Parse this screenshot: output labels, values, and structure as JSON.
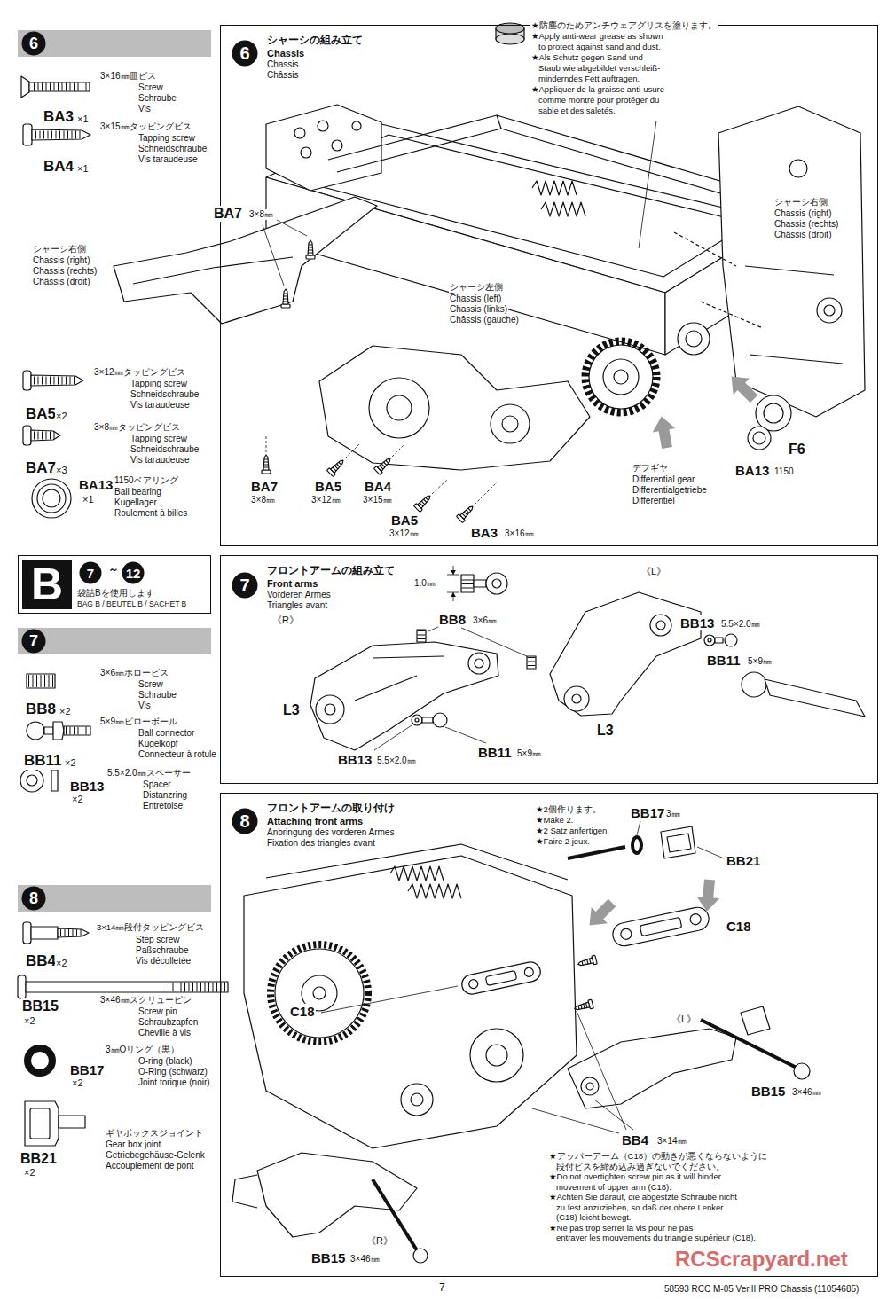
{
  "diagram": {
    "nodes": [
      {
        "text": [
          "6"
        ]
      },
      {
        "text": [
          "シャーシの組み立て",
          "Chassis",
          "Chassis",
          "Châssis"
        ]
      },
      {
        "text": [
          "6"
        ],
        "in": 1
      },
      {
        "text": [
          "～",
          "袋詰Bを使用します",
          "BAG B / BEUTEL B / SACHET B"
        ]
      },
      {
        "text": [
          "B"
        ],
        "in": 3
      },
      {
        "text": [
          "7"
        ],
        "in": 3
      },
      {
        "text": [
          "12"
        ],
        "in": 3
      },
      {
        "text": [
          "7"
        ]
      },
      {
        "text": [
          "フロントアームの組み立て",
          "Front arms",
          "Vorderen Armes",
          "Triangles avant"
        ]
      },
      {
        "text": [
          "7"
        ],
        "in": 8
      },
      {
        "text": [
          "8"
        ]
      },
      {
        "text": [
          "フロントアームの取り付け",
          "Attaching front arms",
          "Anbringung des vorderen Armes",
          "Fixation des triangles avant"
        ]
      },
      {
        "text": [
          "8"
        ],
        "in": 11
      }
    ],
    "labels": [
      "BA3",
      "×1",
      "3×16㎜皿ビス",
      "Screw",
      "Schraube",
      "Vis",
      "BA4",
      "×1",
      "3×15㎜タッピングビス",
      "Tapping screw",
      "Schneidschraube",
      "Vis taraudeuse",
      "シャーシ右側",
      "Chassis (right)",
      "Chassis (rechts)",
      "Châssis (droit)",
      "BA7",
      "3×8㎜",
      "BA5",
      "×2",
      "3×12㎜タッピングビス",
      "Tapping screw",
      "Schneidschraube",
      "Vis taraudeuse",
      "BA7",
      "×3",
      "3×8㎜タッピングビス",
      "Tapping screw",
      "Schneidschraube",
      "Vis taraudeuse",
      "BA13",
      "×1",
      "1150ベアリング",
      "Ball bearing",
      "Kugellager",
      "Roulement à billes",
      "★防塵のためアンチウェアグリスを塗ります。",
      "★Apply anti-wear grease as shown",
      "to protect against sand and dust.",
      "★Als Schutz gegen Sand und",
      "Staub wie abgebildet verschleiß-",
      "minderndes Fett auftragen.",
      "★Appliquer de la graisse anti-usure",
      "comme montré pour protéger du",
      "sable et des saletés.",
      "シャーシ右側",
      "Chassis (right)",
      "Chassis (rechts)",
      "Châssis (droit)",
      "シャーシ左側",
      "Chassis (left)",
      "Chassis (links)",
      "Châssis (gauche)",
      "デフギヤ",
      "Differential gear",
      "Differentialgetriebe",
      "Différentiel",
      "F6",
      "BA13",
      "1150",
      "BA7",
      "3×8㎜",
      "BA5",
      "3×12㎜",
      "BA4",
      "3×15㎜",
      "BA5",
      "3×12㎜",
      "BA3",
      "3×16㎜",
      "BB8",
      "×2",
      "3×6㎜ホロービス",
      "Screw",
      "Schraube",
      "Vis",
      "BB11",
      "×2",
      "5×9㎜ピローボール",
      "Ball connector",
      "Kugelkopf",
      "Connecteur à rotule",
      "BB13",
      "×2",
      "5.5×2.0㎜スペーサー",
      "Spacer",
      "Distanzring",
      "Entretoise",
      "1.0㎜",
      "《L》",
      "《R》",
      "BB8",
      "3×6㎜",
      "BB13",
      "5.5×2.0㎜",
      "BB11",
      "5×9㎜",
      "L3",
      "L3",
      "BB13",
      "5.5×2.0㎜",
      "BB11",
      "5×9㎜",
      "BB4",
      "×2",
      "3×14㎜段付タッピングビス",
      "Step screw",
      "Paßschraube",
      "Vis décolletée",
      "BB15",
      "×2",
      "3×46㎜スクリューピン",
      "Screw pin",
      "Schraubzapfen",
      "Cheville à vis",
      "BB17",
      "×2",
      "3㎜Oリング（黒）",
      "O-ring (black)",
      "O-Ring (schwarz)",
      "Joint torique (noir)",
      "BB21",
      "×2",
      "ギヤボックスジョイント",
      "Gear box joint",
      "Getriebegehäuse-Gelenk",
      "Accouplement de pont",
      "★2個作ります。",
      "★Make 2.",
      "★2 Satz anfertigen.",
      "★Faire 2 jeux.",
      "BB17",
      "3㎜",
      "BB21",
      "C18",
      "C18",
      "《L》",
      "BB15",
      "3×46㎜",
      "BB4",
      "3×14㎜",
      "★アッパーアーム（C18）の動きが悪くならないように",
      "段付ビスを締め込み過ぎないでください。",
      "★Do not overtighten screw pin as it will hinder",
      "movement of upper arm (C18).",
      "★Achten Sie darauf, die abgestzte Schraube nicht",
      "zu fest anzuziehen, so daß der obere Lenker",
      "(C18) leicht bewegt.",
      "★Ne pas trop serrer la vis pour ne pas",
      "entraver les mouvements du triangle supérieur (C18).",
      "《R》",
      "BB15",
      "3×46㎜",
      "RCScrapyard.net",
      "7",
      "58593 RCC M-05 Ver.II PRO Chassis (11054685)"
    ]
  }
}
